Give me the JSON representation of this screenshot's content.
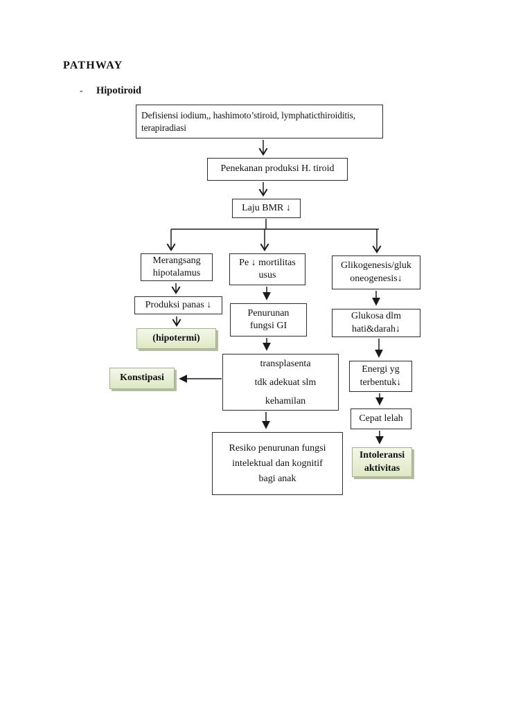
{
  "page": {
    "title": "PATHWAY",
    "list_marker": "-",
    "subtitle": "Hipotiroid"
  },
  "colors": {
    "page_bg": "#ffffff",
    "box_border": "#2a2a2a",
    "arrow": "#1a1a1a",
    "highlight_bg": "#e8efd6",
    "highlight_border": "#a3b285",
    "highlight_shadow": "#b6bda4"
  },
  "flowchart": {
    "nodes": {
      "defisiensi": {
        "lines": [
          "Defisiensi iodium,, hashimoto’stiroid, lymphaticthiroiditis,",
          "terapiradiasi"
        ]
      },
      "penekanan": {
        "text": "Penekanan produksi H. tiroid"
      },
      "laju_bmr": {
        "text": "Laju BMR ↓"
      },
      "merangsang": {
        "lines": [
          "Merangsang",
          "hipotalamus"
        ]
      },
      "pe_mortilitas": {
        "lines": [
          "Pe ↓ mortilitas",
          "usus"
        ]
      },
      "glikogenesis": {
        "lines": [
          "Glikogenesis/gluk",
          "oneogenesis↓"
        ]
      },
      "produksi_panas": {
        "text": "Produksi panas ↓"
      },
      "hipotermi": {
        "text": "(hipotermi)",
        "highlight": true
      },
      "penurunan_gi": {
        "lines": [
          "Penurunan",
          "fungsi GI"
        ]
      },
      "glukosa": {
        "lines": [
          "Glukosa dlm",
          "hati&darah↓"
        ]
      },
      "konstipasi": {
        "text": "Konstipasi",
        "highlight": true
      },
      "transplasenta": {
        "lines": [
          "transplasenta",
          "tdk adekuat slm",
          "kehamilan"
        ]
      },
      "energi": {
        "lines": [
          "Energi yg",
          "terbentuk↓"
        ]
      },
      "cepat_lelah": {
        "text": "Cepat lelah"
      },
      "intoleransi": {
        "lines": [
          "Intoleransi",
          "aktivitas"
        ],
        "highlight": true
      },
      "resiko": {
        "lines": [
          "Resiko penurunan fungsi",
          "intelektual dan kognitif",
          "bagi anak"
        ]
      }
    }
  }
}
